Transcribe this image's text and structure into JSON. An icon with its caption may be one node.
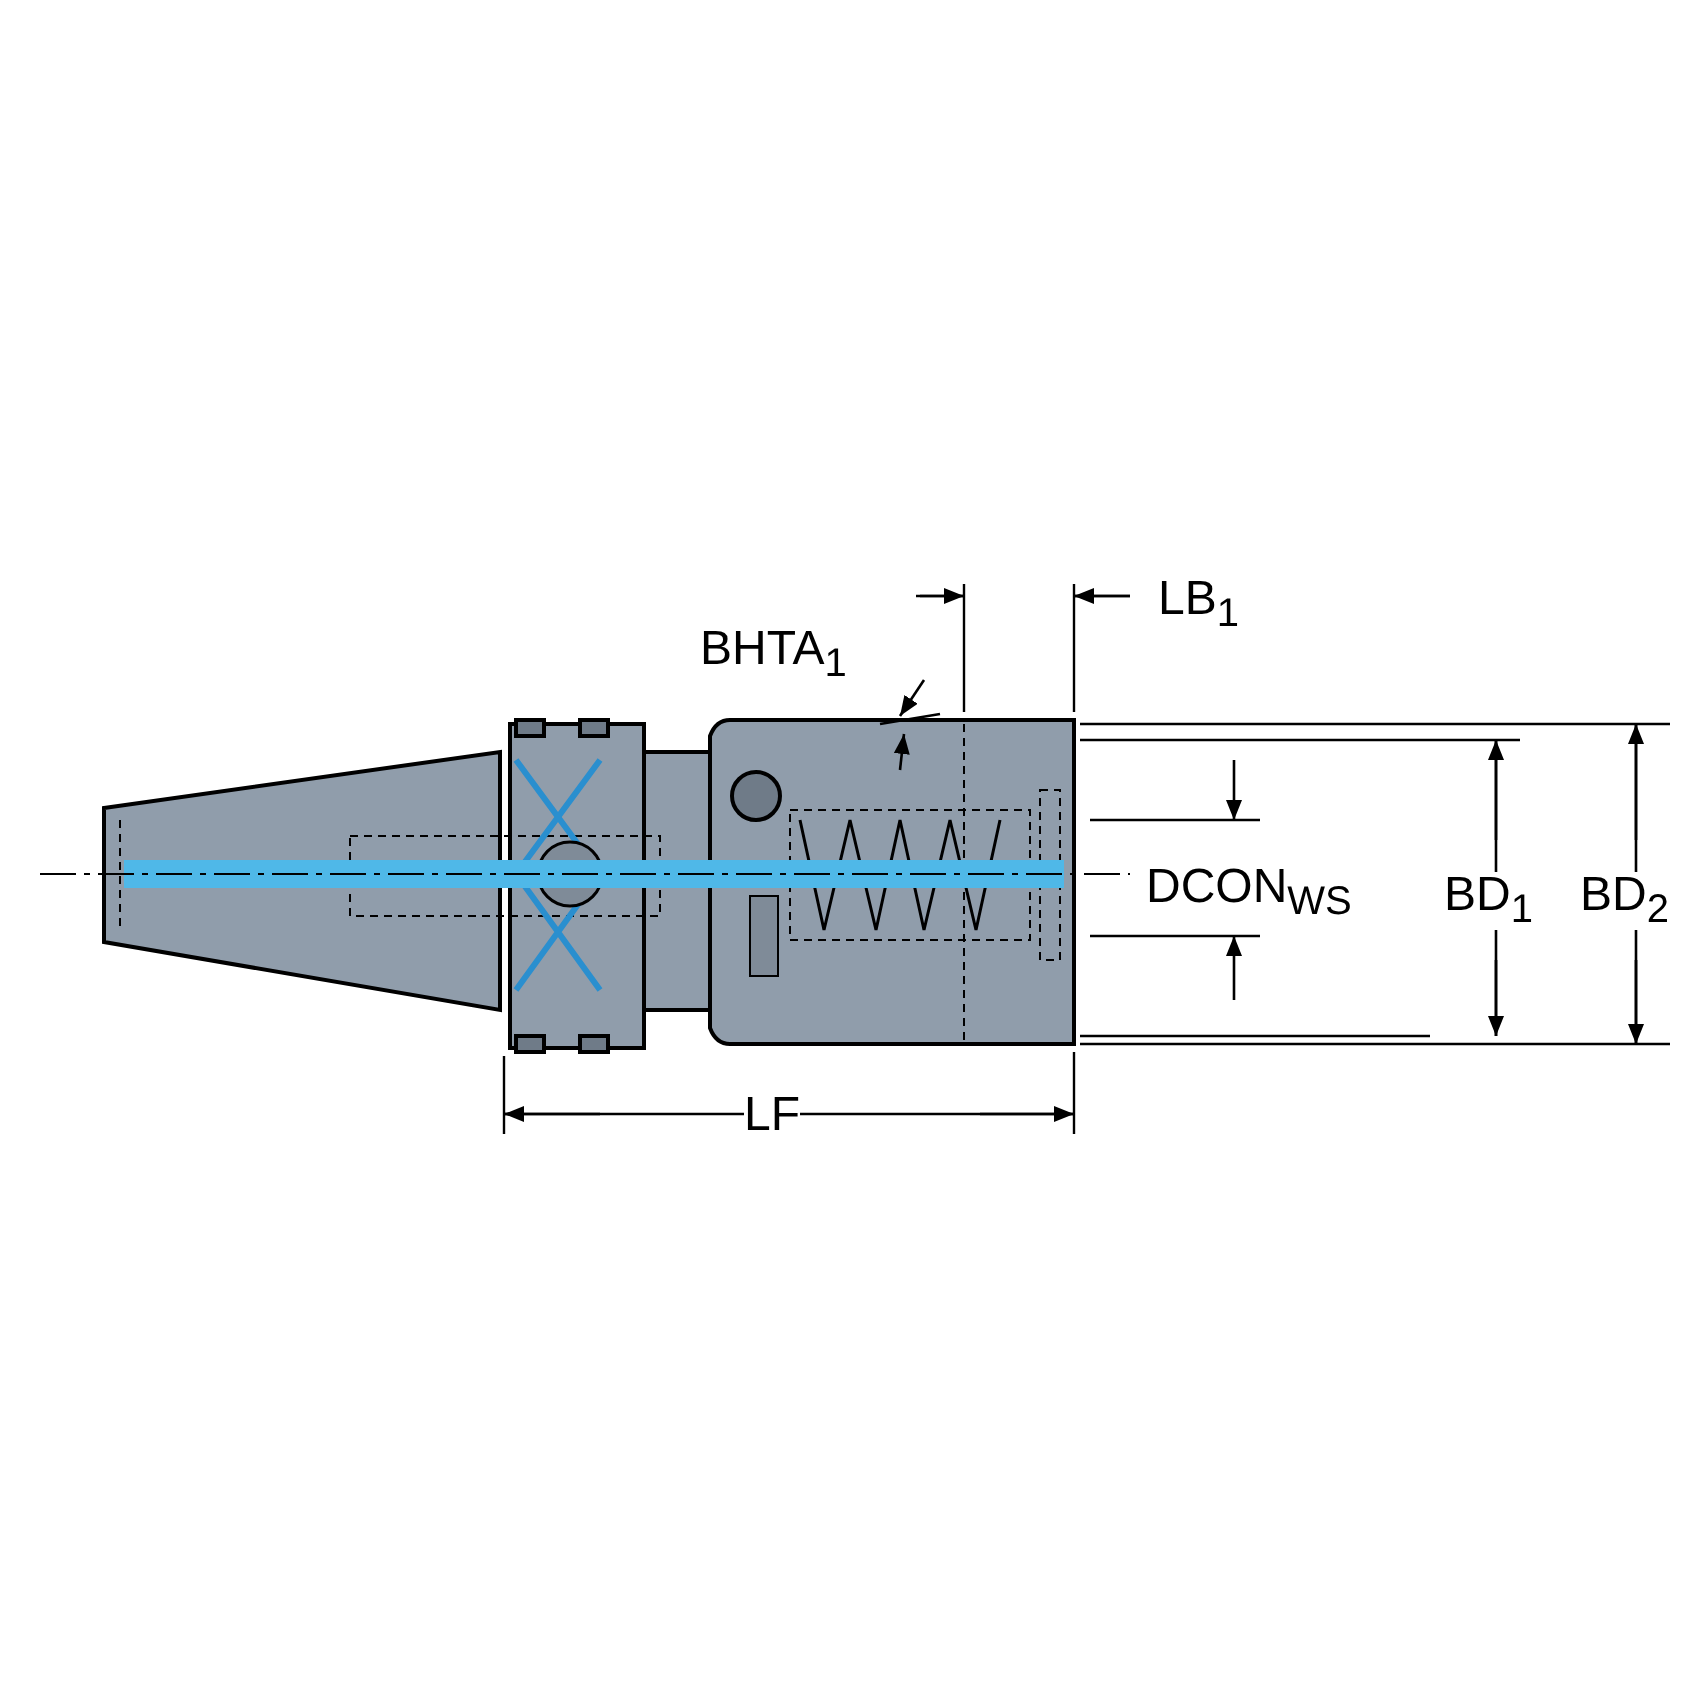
{
  "diagram": {
    "labels": [
      "BHTA$_{1}$",
      "LB$_{1}$",
      "DCON$_{WS}$",
      "BD$_{1}$",
      "BD$_{2}$",
      "LF"
    ]
  }
}
